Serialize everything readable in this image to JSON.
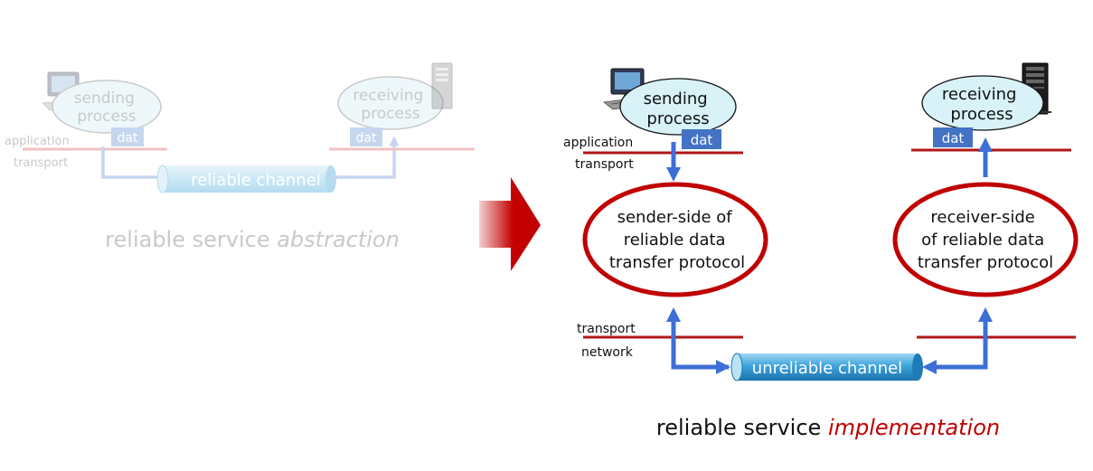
{
  "abstraction": {
    "sending_process": [
      "sending",
      "process"
    ],
    "receiving_process": [
      "receiving",
      "process"
    ],
    "sender_data": "dat",
    "receiver_data": "dat",
    "layer_application": "application",
    "layer_transport": "transport",
    "channel_label": "reliable channel",
    "caption_prefix": "reliable service ",
    "caption_emphasis": "abstraction"
  },
  "implementation": {
    "sending_process": [
      "sending",
      "process"
    ],
    "receiving_process": [
      "receiving",
      "process"
    ],
    "sender_data": "dat",
    "receiver_data": "dat",
    "layer_application": "application",
    "layer_transport_top": "transport",
    "layer_transport_bottom": "transport",
    "layer_network": "network",
    "sender_protocol": [
      "sender-side of",
      "reliable data",
      "transfer protocol"
    ],
    "receiver_protocol": [
      "receiver-side",
      "of reliable data",
      "transfer protocol"
    ],
    "channel_label": "unreliable channel",
    "caption_prefix": "reliable service ",
    "caption_emphasis": "implementation"
  },
  "colors": {
    "link_blue": "#3e6fd8",
    "data_box": "#4472c4",
    "protocol_red": "#c00000",
    "layer_line": "#b01818",
    "process_fill": "#d8f2f8",
    "faded": "#c9c9c9",
    "faded_blue": "#c7d6ef",
    "faded_red": "#efc2c2"
  },
  "icons": [
    "desktop-computer-icon",
    "server-tower-icon",
    "transition-arrow-icon"
  ]
}
